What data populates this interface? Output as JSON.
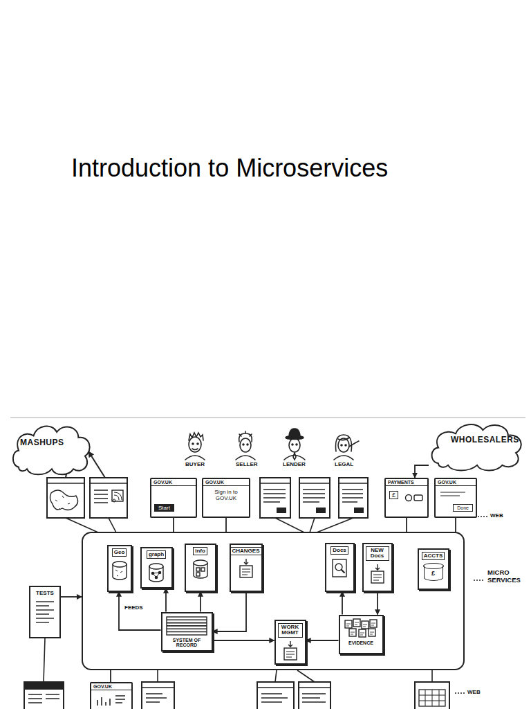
{
  "diagram": {
    "title": "Introduction to Microservices",
    "nodes": [
      {
        "text": [
          "MASHUPS"
        ]
      },
      {
        "text": [
          "WHOLESALERS"
        ]
      },
      {
        "text": [
          "GOV.UK",
          "Start"
        ]
      },
      {
        "text": [
          "GOV.UK",
          "Sign in to GOV.UK"
        ]
      },
      {
        "text": [
          "PAYMENTS",
          "£"
        ]
      },
      {
        "text": [
          "GOV.UK",
          "Done"
        ]
      },
      {
        "text": [
          "TESTS"
        ]
      },
      {
        "text": [
          "MICRO SERVICES"
        ]
      },
      {
        "text": [
          "Geo"
        ],
        "in": 7
      },
      {
        "text": [
          "graph"
        ],
        "in": 7
      },
      {
        "text": [
          "info"
        ],
        "in": 7
      },
      {
        "text": [
          "CHANGES"
        ],
        "in": 7
      },
      {
        "text": [
          "Docs"
        ],
        "in": 7
      },
      {
        "text": [
          "NEW Docs"
        ],
        "in": 7
      },
      {
        "text": [
          "ACCTS",
          "£"
        ],
        "in": 7
      },
      {
        "text": [
          "SYSTEM OF RECORD"
        ],
        "in": 7
      },
      {
        "text": [
          "WORK MGMT"
        ],
        "in": 7
      },
      {
        "text": [
          "EVIDENCE"
        ],
        "in": 7
      },
      {
        "text": [
          "GOV.UK"
        ]
      }
    ],
    "edges": [
      {
        "from": 1,
        "to": 4,
        "arrow": "to"
      },
      {
        "from": 2,
        "to": 7,
        "arrow": "none"
      },
      {
        "from": 3,
        "to": 7,
        "arrow": "none"
      },
      {
        "from": 4,
        "to": 7,
        "arrow": "none"
      },
      {
        "from": 5,
        "to": 7,
        "arrow": "none"
      },
      {
        "from": 6,
        "to": 7,
        "arrow": "to"
      },
      {
        "from": 15,
        "to": 8,
        "arrow": "to"
      },
      {
        "from": 15,
        "to": 9,
        "arrow": "to"
      },
      {
        "from": 15,
        "to": 10,
        "arrow": "to"
      },
      {
        "from": 11,
        "to": 15,
        "arrow": "to"
      },
      {
        "from": 15,
        "to": 16,
        "arrow": "to"
      },
      {
        "from": 17,
        "to": 16,
        "arrow": "to"
      },
      {
        "from": 17,
        "to": 12,
        "arrow": "to"
      },
      {
        "from": 13,
        "to": 17,
        "arrow": "to"
      },
      {
        "from": 7,
        "to": 18,
        "arrow": "none"
      }
    ],
    "labels": [
      "BUYER",
      "SELLER",
      "LENDER",
      "LEGAL",
      "WEB",
      "FEEDS",
      "WEB"
    ]
  }
}
